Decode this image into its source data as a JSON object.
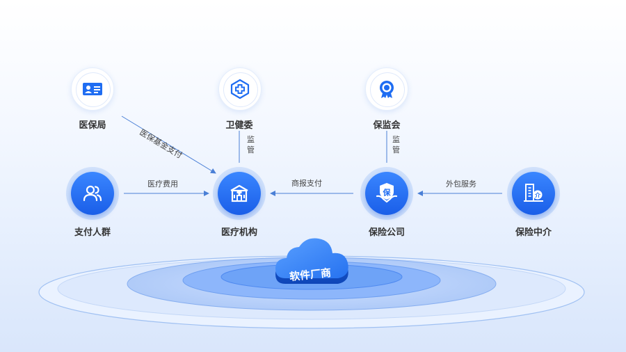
{
  "colors": {
    "accent": "#1f6df2",
    "line": "#4a7fd6"
  },
  "top_nodes": {
    "yibao": {
      "label": "医保局",
      "icon": "id-card-icon"
    },
    "weijian": {
      "label": "卫健委",
      "icon": "medical-cross-icon"
    },
    "baojian": {
      "label": "保监会",
      "icon": "badge-icon"
    }
  },
  "main_nodes": {
    "payers": {
      "label": "支付人群",
      "icon": "users-icon"
    },
    "medical": {
      "label": "医疗机构",
      "icon": "hospital-icon"
    },
    "insurer": {
      "label": "保险公司",
      "icon": "insurance-shield-icon",
      "glyph": "保"
    },
    "broker": {
      "label": "保险中介",
      "icon": "office-building-icon",
      "glyph": "介"
    }
  },
  "edges": {
    "fund_pay": "医保基金支付",
    "supervise_left": [
      "监",
      "管"
    ],
    "supervise_right": [
      "监",
      "管"
    ],
    "medical_fee": "医疗费用",
    "claim_pay": "商报支付",
    "outsourcing": "外包服务"
  },
  "cloud": {
    "label": "软件厂商",
    "icon": "cloud-icon"
  }
}
